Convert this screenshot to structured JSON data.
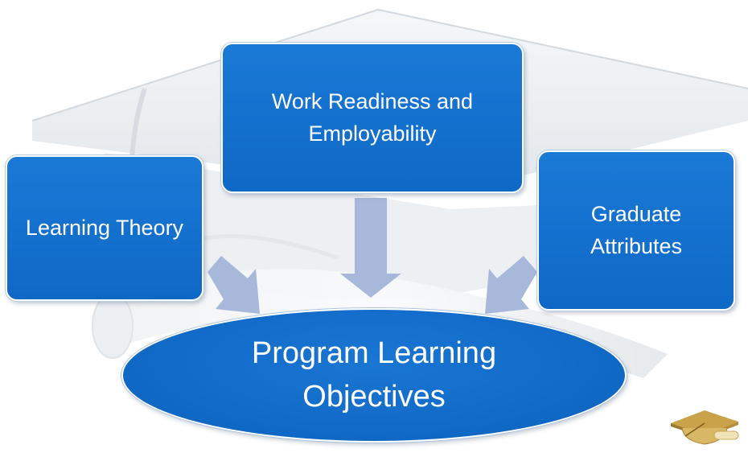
{
  "nodes": {
    "work": "Work Readiness and Employability",
    "learning": "Learning Theory",
    "graduate": "Graduate Attributes",
    "target": "Program Learning Objectives"
  },
  "colors": {
    "box": "#1170cf",
    "arrow": "#a7b8da",
    "background": "#ffffff"
  },
  "icons": {
    "background": "graduation-cap-icon",
    "corner": "graduation-cap-diploma-icon"
  }
}
